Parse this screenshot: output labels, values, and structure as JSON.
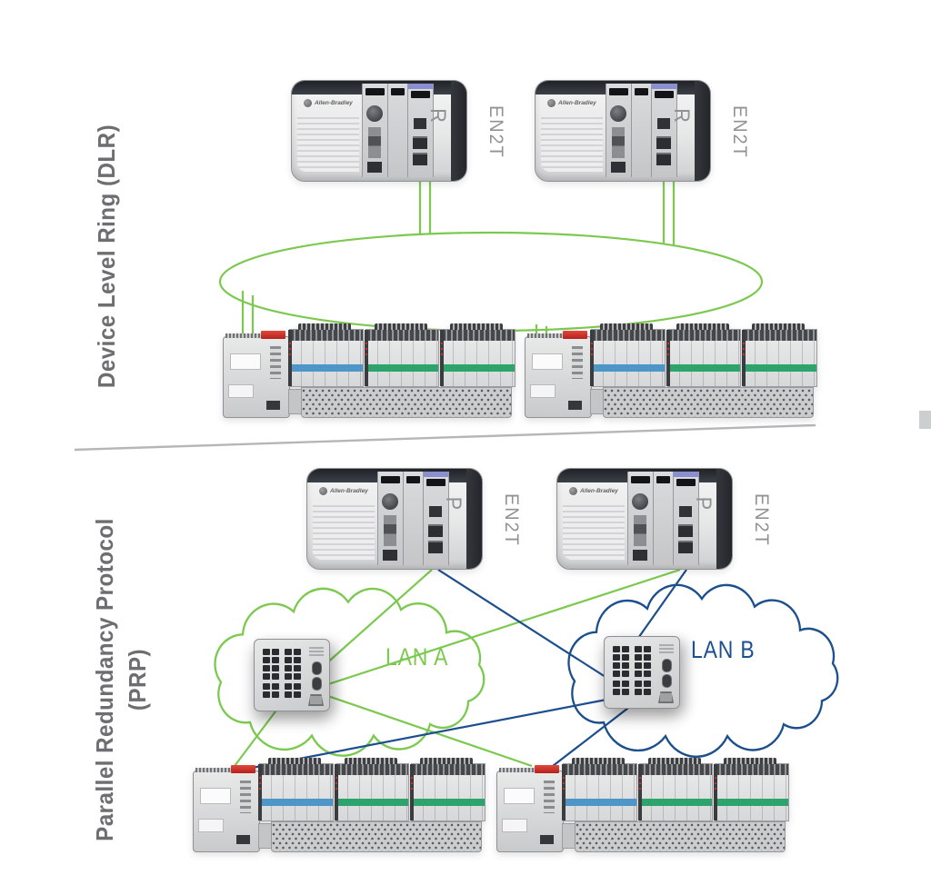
{
  "sections": {
    "dlr": {
      "title": "Device Level Ring (DLR)"
    },
    "prp": {
      "title_line1": "Parallel Redundancy Protocol",
      "title_line2": "(PRP)"
    }
  },
  "brand": {
    "name": "Allen-Bradley"
  },
  "controllers": {
    "dlr_left": {
      "role": "R",
      "module": "EN2T"
    },
    "dlr_right": {
      "role": "R",
      "module": "EN2T"
    },
    "prp_left": {
      "role": "P",
      "module": "EN2T"
    },
    "prp_right": {
      "role": "P",
      "module": "EN2T"
    }
  },
  "lans": {
    "lan_a": {
      "label": "LAN A",
      "color": "#7CC94F"
    },
    "lan_b": {
      "label": "LAN B",
      "color": "#1C4F8E"
    }
  },
  "colors": {
    "ring_green": "#7CC94F",
    "lan_b_blue": "#1C4F8E",
    "header_gray": "#6D6E71",
    "divider_gray": "#B4B6B8",
    "io_red_connector": "#C4271F"
  }
}
